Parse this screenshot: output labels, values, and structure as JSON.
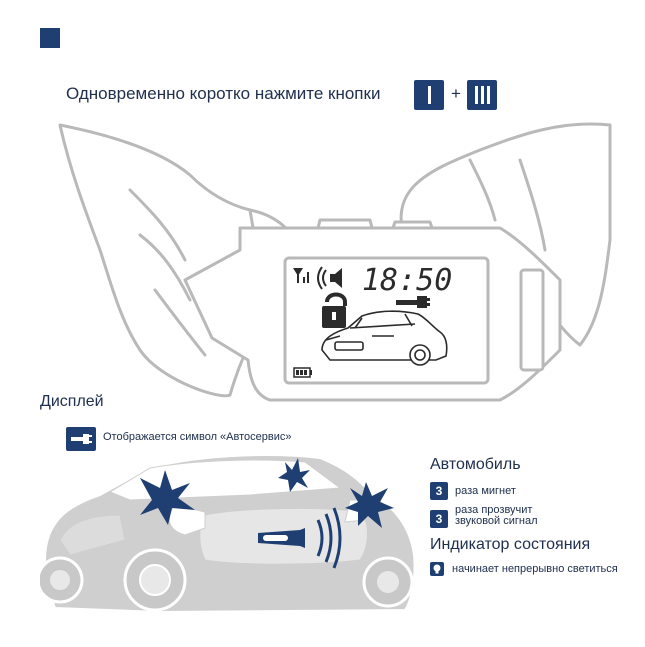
{
  "header": {
    "instruction": "Одновременно коротко нажмите кнопки",
    "plus": "+"
  },
  "buttons": [
    {
      "name": "button-I",
      "bars": 1
    },
    {
      "name": "button-III",
      "bars": 3
    }
  ],
  "remote_display": {
    "time": "18:50",
    "icons": [
      "signal-icon",
      "speaker-icon",
      "unlocked-padlock-icon",
      "service-tool-icon",
      "car-icon",
      "battery-icon"
    ]
  },
  "display_section": {
    "title": "Дисплей",
    "description": "Отображается символ «Автосервис»",
    "icon": "service-tool-icon"
  },
  "car_section": {
    "title": "Автомобиль",
    "blink_count": "3",
    "blink_text": "раза мигнет",
    "beep_count": "3",
    "beep_text_line1": "раза прозвучит",
    "beep_text_line2": "звуковой сигнал"
  },
  "status_section": {
    "title": "Индикатор состояния",
    "text": "начинает непрерывно светиться",
    "icon": "bulb-icon"
  },
  "colors": {
    "accent": "#1f3f73",
    "outline": "#b9b9b9",
    "text": "#20304e"
  }
}
